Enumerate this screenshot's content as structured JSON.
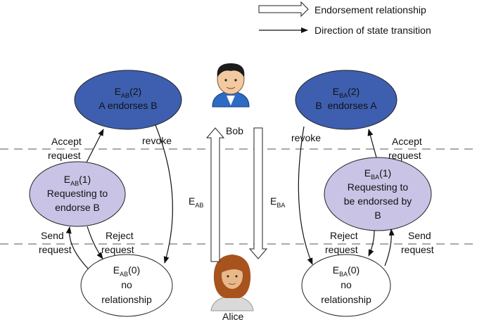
{
  "legend": {
    "endorsement": "Endorsement relationship",
    "transition": "Direction of state transition"
  },
  "people": {
    "bob": "Bob",
    "alice": "Alice"
  },
  "states": {
    "ab2": {
      "main": "E",
      "sub": "AB",
      "tail": "(2)",
      "line2": "A endorses B"
    },
    "ab1": {
      "main": "E",
      "sub": "AB",
      "tail": "(1)",
      "line2": "Requesting to",
      "line3": "endorse B"
    },
    "ab0": {
      "main": "E",
      "sub": "AB",
      "tail": "(0)",
      "line2": "no",
      "line3": "relationship"
    },
    "ba2": {
      "main": "E",
      "sub": "BA",
      "tail": "(2)",
      "line2": "B  endorses A"
    },
    "ba1": {
      "main": "E",
      "sub": "BA",
      "tail": "(1)",
      "line2": "Requesting to",
      "line3": "be endorsed by",
      "line4": "B"
    },
    "ba0": {
      "main": "E",
      "sub": "BA",
      "tail": "(0)",
      "line2": "no",
      "line3": "relationship"
    }
  },
  "transitions": {
    "accept_l1": "Accept",
    "accept_l2": "request",
    "revoke": "revoke",
    "send_l1": "Send",
    "send_l2": "request",
    "reject_l1": "Reject",
    "reject_l2": "request"
  },
  "arrows": {
    "eab": {
      "main": "E",
      "sub": "AB"
    },
    "eba": {
      "main": "E",
      "sub": "BA"
    }
  },
  "colors": {
    "state2_fill": "#3e5fb0",
    "state1_fill": "#c9c4e6",
    "state0_fill": "#ffffff",
    "stroke": "#222222",
    "bob_shirt": "#2d6bc4",
    "alice_skin": "#e7b98a"
  }
}
